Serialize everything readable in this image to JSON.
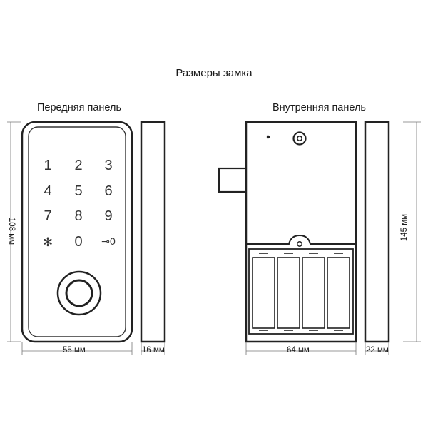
{
  "title": "Размеры замка",
  "front": {
    "label": "Передняя панель",
    "keys": [
      "1",
      "2",
      "3",
      "4",
      "5",
      "6",
      "7",
      "8",
      "9",
      "✻",
      "0",
      "⊸0"
    ],
    "dim_height": "108 мм",
    "dim_width": "55 мм",
    "dim_depth": "16 мм"
  },
  "back": {
    "label": "Внутренняя панель",
    "dim_height": "145 мм",
    "dim_width": "64 мм",
    "dim_depth": "22 мм"
  }
}
